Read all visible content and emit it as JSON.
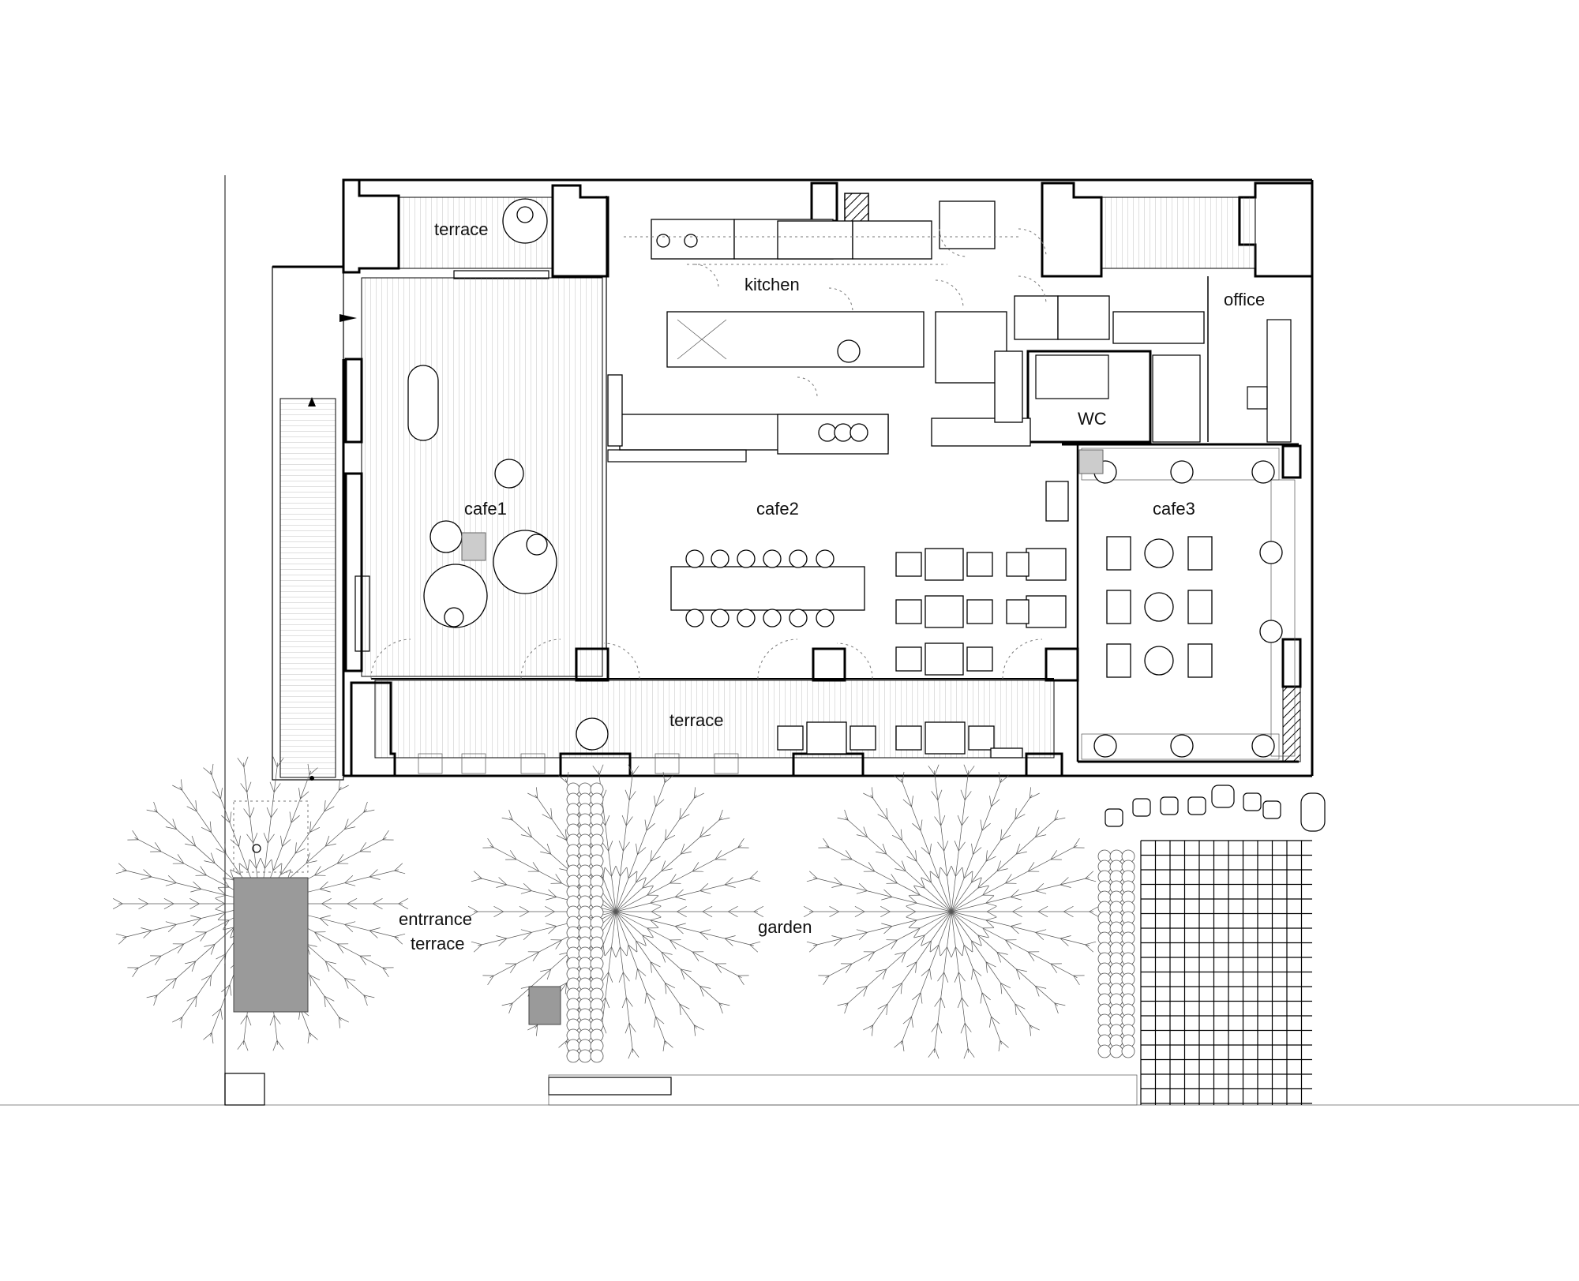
{
  "plan": {
    "labels": {
      "terrace_top": "terrace",
      "kitchen": "kitchen",
      "office": "office",
      "wc": "WC",
      "cafe1": "cafe1",
      "cafe2": "cafe2",
      "cafe3": "cafe3",
      "terrace_bottom": "terrace",
      "entrance_line1": "entrrance",
      "entrance_line2": "terrace",
      "garden": "garden"
    },
    "colors": {
      "line": "#000000",
      "tree": "#555555",
      "fill_grey": "#999999",
      "background": "#ffffff"
    }
  }
}
